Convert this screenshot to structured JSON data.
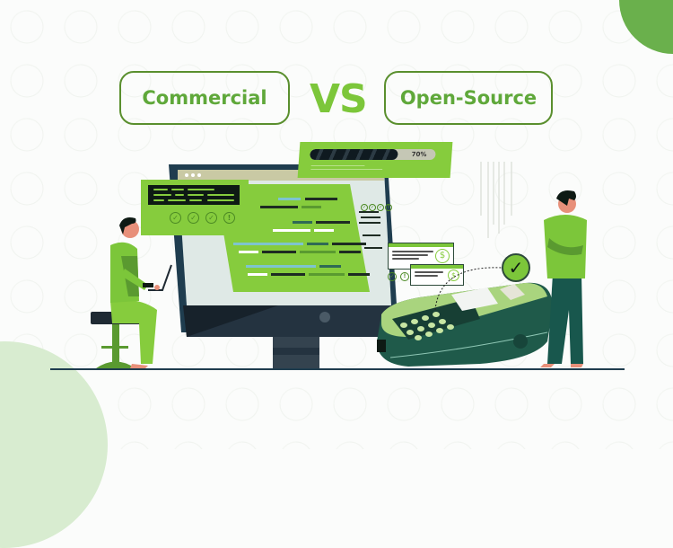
{
  "header": {
    "left_option": "Commercial",
    "separator": "VS",
    "right_option": "Open-Source"
  },
  "illustration": {
    "progress": {
      "percent_label": "70%",
      "value": 70
    },
    "icons": [
      "check-icon",
      "check-icon",
      "check-icon",
      "exclamation-icon"
    ],
    "invoices": [
      {
        "icon": "dollar-icon",
        "symbol": "$"
      },
      {
        "icon": "dollar-icon",
        "symbol": "$"
      }
    ],
    "payment_status_icon": "checkmark-icon",
    "check_symbol": "✓",
    "alert_symbol": "!"
  },
  "colors": {
    "accent_green": "#7cc63a",
    "border_green": "#5a8f2e",
    "dark_navy": "#1f3d4f",
    "light_green": "#d8ecd0"
  }
}
